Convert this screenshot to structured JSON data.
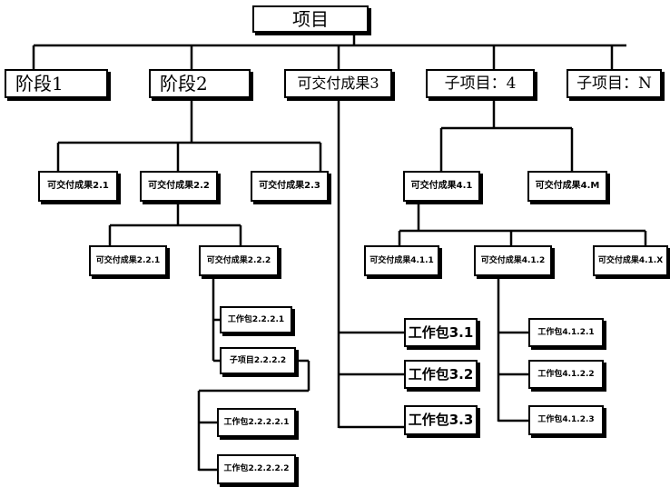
{
  "nodes": {
    "root": "项目",
    "phase1": "阶段1",
    "phase2": "阶段2",
    "d3": "可交付成果3",
    "sub4": "子项目：4",
    "subN": "子项目：N",
    "d21": "可交付成果2.1",
    "d22": "可交付成果2.2",
    "d23": "可交付成果2.3",
    "d221": "可交付成果2.2.1",
    "d222": "可交付成果2.2.2",
    "wp2221": "工作包2.2.2.1",
    "sp2222": "子项目2.2.2.2",
    "wp22221": "工作包2.2.2.2.1",
    "wp22222": "工作包2.2.2.2.2",
    "wp31": "工作包3.1",
    "wp32": "工作包3.2",
    "wp33": "工作包3.3",
    "d41": "可交付成果4.1",
    "d4M": "可交付成果4.M",
    "d411": "可交付成果4.1.1",
    "d412": "可交付成果4.1.2",
    "d41X": "可交付成果4.1.X",
    "wp4121": "工作包4.1.2.1",
    "wp4122": "工作包4.1.2.2",
    "wp4123": "工作包4.1.2.3"
  }
}
